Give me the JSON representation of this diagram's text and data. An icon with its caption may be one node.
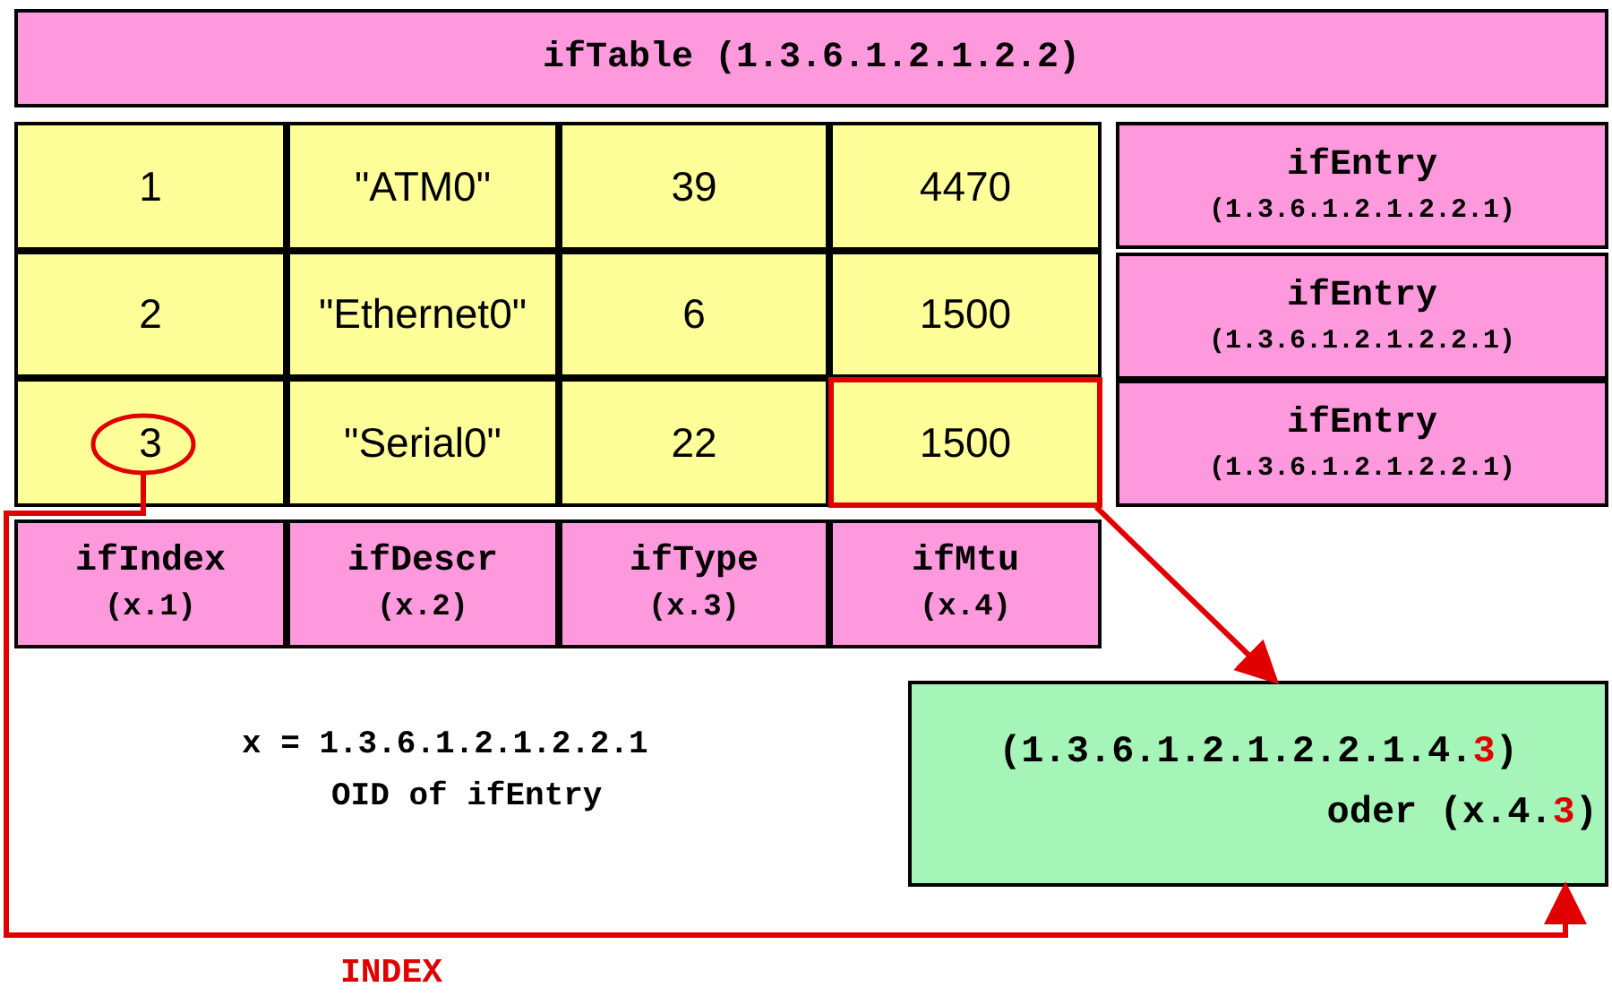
{
  "diagram": {
    "nodes": [
      {
        "text": [
          "ifTable (1.3.6.1.2.1.2.2)"
        ]
      },
      {
        "text": [
          "1"
        ]
      },
      {
        "text": [
          "\"ATM0\""
        ]
      },
      {
        "text": [
          "39"
        ]
      },
      {
        "text": [
          "4470"
        ]
      },
      {
        "text": [
          "ifEntry",
          "(1.3.6.1.2.1.2.2.1)"
        ]
      },
      {
        "text": [
          "2"
        ]
      },
      {
        "text": [
          "\"Ethernet0\""
        ]
      },
      {
        "text": [
          "6"
        ]
      },
      {
        "text": [
          "1500"
        ]
      },
      {
        "text": [
          "ifEntry",
          "(1.3.6.1.2.1.2.2.1)"
        ]
      },
      {
        "text": [
          "3"
        ]
      },
      {
        "text": [
          "\"Serial0\""
        ]
      },
      {
        "text": [
          "22"
        ]
      },
      {
        "text": [
          "1500"
        ]
      },
      {
        "text": [
          "ifEntry",
          "(1.3.6.1.2.1.2.2.1)"
        ]
      },
      {
        "text": [
          "ifIndex",
          "(x.1)"
        ]
      },
      {
        "text": [
          "ifDescr",
          "(x.2)"
        ]
      },
      {
        "text": [
          "ifType",
          "(x.3)"
        ]
      },
      {
        "text": [
          "ifMtu",
          "(x.4)"
        ]
      },
      {
        "text": [
          "(1.3.6.1.2.1.2.2.1.4.3)",
          "oder (x.4.3)"
        ]
      }
    ],
    "edges": [
      {
        "from": 14,
        "to": 20,
        "arrow": "to"
      },
      {
        "from": 11,
        "to": 20,
        "arrow": "to",
        "label": "INDEX"
      }
    ],
    "labels": [
      "x = 1.3.6.1.2.1.2.2.1",
      "OID of ifEntry"
    ]
  }
}
